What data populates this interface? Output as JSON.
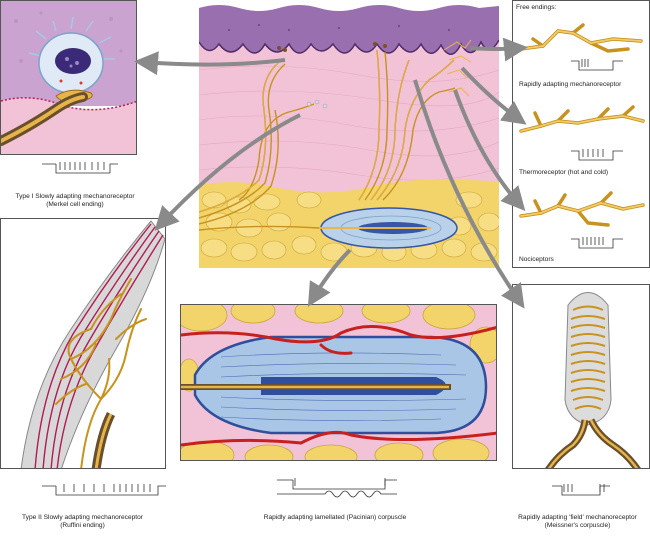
{
  "captions": {
    "merkel_line1": "Type I Slowly adapting mechanoreceptor",
    "merkel_line2": "(Merkel cell ending)",
    "ruffini_line1": "Type II Slowly adapting mechanoreceptor",
    "ruffini_line2": "(Ruffini ending)",
    "pacinian": "Rapidly adapting lamellated (Pacinian) corpuscle",
    "meissner_line1": "Rapidly adapting 'field' mechanoreceptor",
    "meissner_line2": "(Meissner's corpuscle)"
  },
  "free_endings": {
    "header": "Free endings:",
    "rapid": "Rapidly adapting mechanoreceptor",
    "thermo": "Thermoreceptor (hot and cold)",
    "noci": "Nociceptors"
  },
  "colors": {
    "epidermis": "#9a6fb0",
    "dermis": "#f3c6da",
    "fat": "#f2d46a",
    "nerve": "#e9b54a",
    "vessel": "#c8201e",
    "lamella": "#8fb6dc",
    "arrow": "#8a8a8a"
  }
}
